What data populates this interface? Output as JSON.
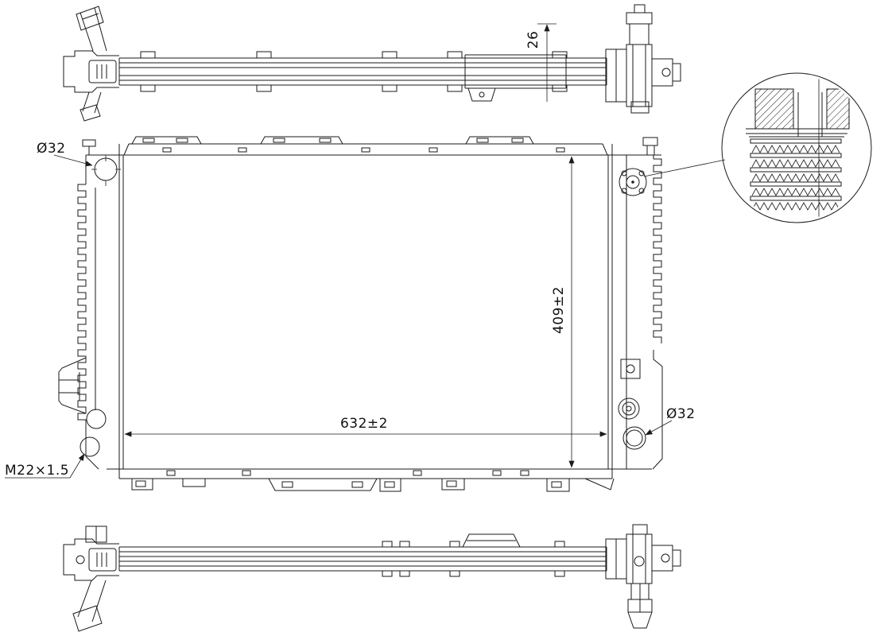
{
  "drawing": {
    "background": "#ffffff",
    "ink": "#1a1a1a",
    "dimensions": {
      "top_view_depth": "26",
      "inlet_diameter": "Ø32",
      "core_height": "409±2",
      "core_width": "632±2",
      "outlet_diameter": "Ø32",
      "drain_thread": "M22×1.5"
    }
  }
}
